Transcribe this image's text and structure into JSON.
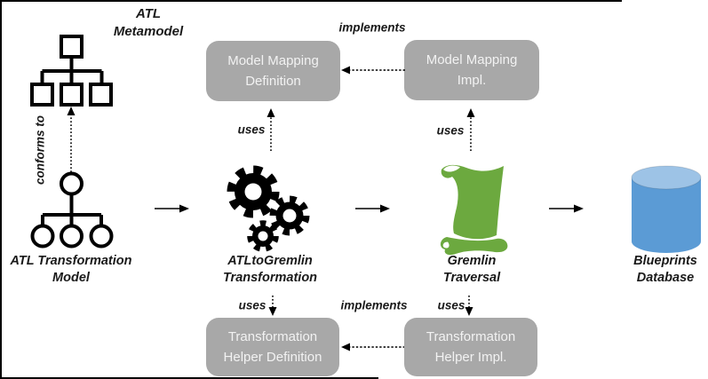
{
  "nodes": {
    "atl_metamodel": "ATL\nMetamodel",
    "atl_transformation_model": "ATL Transformation\nModel",
    "atlto_gremlin_transformation": "ATLtoGremlin\nTransformation",
    "gremlin_traversal": "Gremlin\nTraversal",
    "blueprints_database": "Blueprints\nDatabase"
  },
  "boxes": {
    "model_mapping_definition": "Model Mapping\nDefinition",
    "model_mapping_impl": "Model Mapping\nImpl.",
    "transformation_helper_definition": "Transformation\nHelper Definition",
    "transformation_helper_impl": "Transformation\nHelper Impl."
  },
  "edge_labels": {
    "conforms_to": "conforms to",
    "implements_top": "implements",
    "implements_bottom": "implements",
    "uses_top_left": "uses",
    "uses_top_right": "uses",
    "uses_bottom_left": "uses",
    "uses_bottom_right": "uses"
  },
  "icons": {
    "metamodel_tree_icon": "tree-of-squares",
    "model_tree_icon": "tree-of-circles",
    "gears_icon": "three-black-gears",
    "scroll_icon": "green-scroll",
    "database_icon": "blue-cylinder"
  },
  "colors": {
    "box_gray": "#a8a8a8",
    "box_text": "#f2f2f2",
    "scroll_green": "#6CA93F",
    "cylinder_blue": "#5B9BD5",
    "cylinder_top_blue": "#9DC3E6",
    "ink_black": "#000000"
  }
}
